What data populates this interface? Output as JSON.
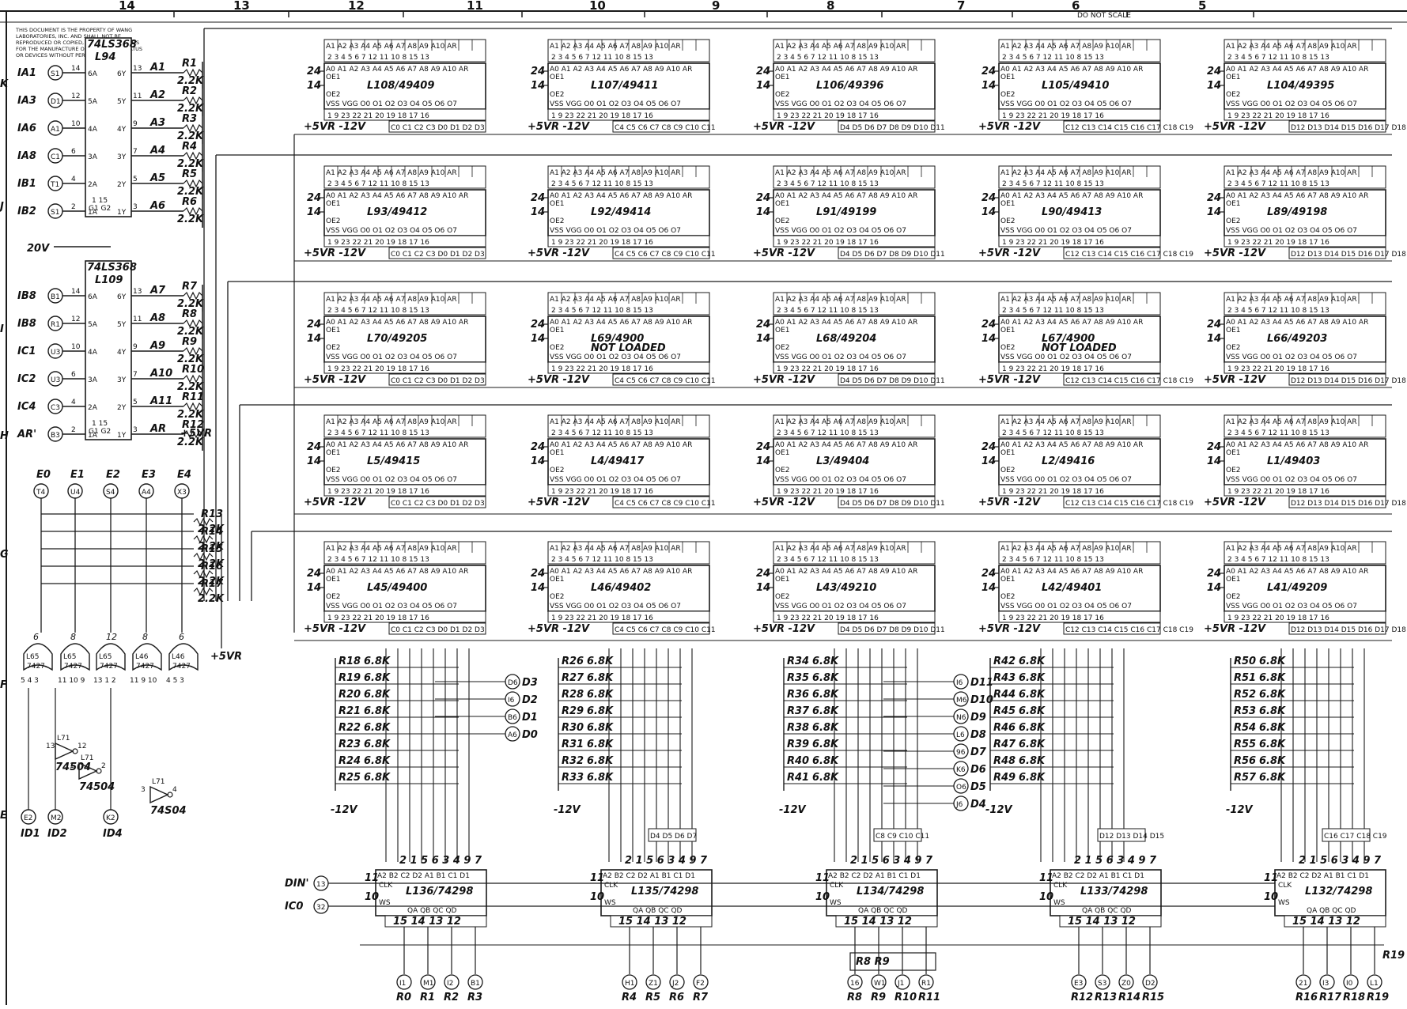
{
  "notice": "THIS DOCUMENT IS THE PROPERTY OF WANG LABORATORIES, INC. AND SHALL NOT BE REPRODUCED OR COPIED, OR USED AS A BASIS FOR THE MANUFACTURE OR SALE OF APPARATUS OR DEVICES WITHOUT PERMISSION.",
  "do_not_scale": "DO NOT SCALE",
  "zone_columns": [
    "14",
    "13",
    "12",
    "11",
    "10",
    "9",
    "8",
    "7",
    "6",
    "5"
  ],
  "zone_rows": [
    "K",
    "J",
    "I",
    "H",
    "G",
    "F",
    "E"
  ],
  "rom_header_pins": "A1 A2 A3 A4 A5 A6 A7 A8 A9 A10 AR",
  "rom_pin_numbers": "2 3 4 5 6 7 12 11 10 8 15 13",
  "rom_inner_top": "A0 A1 A2 A3 A4 A5 A6 A7 A8 A9 A10 AR",
  "rom_bottom_pins": "1 9 23 22 21 20 19 18 17 16",
  "rom_oe1": "OE1",
  "rom_oe2": "OE2",
  "rom_vss_vgg": "VSS VGG O0 O1 O2 O3 O4 O5 O6 O7",
  "rom_power": "+5VR  -12V",
  "pin24": "24",
  "pin14": "14",
  "rom_rows": [
    {
      "chips": [
        {
          "name": "L108/49409",
          "outs": "C0 C1 C2 C3 D0 D1 D2 D3"
        },
        {
          "name": "L107/49411",
          "outs": "C4 C5 C6 C7 C8 C9 C10 C11"
        },
        {
          "name": "L106/49396",
          "outs": "D4 D5 D6 D7 D8 D9 D10 D11"
        },
        {
          "name": "L105/49410",
          "outs": "C12 C13 C14 C15 C16 C17 C18 C19"
        },
        {
          "name": "L104/49395",
          "outs": "D12 D13 D14 D15 D16 D17 D18 D19"
        }
      ]
    },
    {
      "chips": [
        {
          "name": "L93/49412",
          "outs": "C0 C1 C2 C3 D0 D1 D2 D3"
        },
        {
          "name": "L92/49414",
          "outs": "C4 C5 C6 C7 C8 C9 C10 C11"
        },
        {
          "name": "L91/49199",
          "outs": "D4 D5 D6 D7 D8 D9 D10 D11"
        },
        {
          "name": "L90/49413",
          "outs": "C12 C13 C14 C15 C16 C17 C18 C19"
        },
        {
          "name": "L89/49198",
          "outs": "D12 D13 D14 D15 D16 D17 D18 D19"
        }
      ]
    },
    {
      "chips": [
        {
          "name": "L70/49205",
          "outs": "C0 C1 C2 C3 D0 D1 D2 D3"
        },
        {
          "name": "L69/4900 NOT LOADED",
          "outs": "C4 C5 C6 C7 C8 C9 C10 C11"
        },
        {
          "name": "L68/49204",
          "outs": "D4 D5 D6 D7 D8 D9 D10 D11"
        },
        {
          "name": "L67/4900 NOT LOADED",
          "outs": "C12 C13 C14 C15 C16 C17 C18 C19"
        },
        {
          "name": "L66/49203",
          "outs": "D12 D13 D14 D15 D16 D17 D18 D19"
        }
      ]
    },
    {
      "chips": [
        {
          "name": "L5/49415",
          "outs": "C0 C1 C2 C3 D0 D1 D2 D3"
        },
        {
          "name": "L4/49417",
          "outs": "C4 C5 C6 C7 C8 C9 C10 C11"
        },
        {
          "name": "L3/49404",
          "outs": "D4 D5 D6 D7 D8 D9 D10 D11"
        },
        {
          "name": "L2/49416",
          "outs": "C12 C13 C14 C15 C16 C17 C18 C19"
        },
        {
          "name": "L1/49403",
          "outs": "D12 D13 D14 D15 D16 D17 D18 D19"
        }
      ]
    },
    {
      "chips": [
        {
          "name": "L45/49400",
          "outs": "C0 C1 C2 C3 D0 D1 D2 D3"
        },
        {
          "name": "L46/49402",
          "outs": "C4 C5 C6 C7 C8 C9 C10 C11"
        },
        {
          "name": "L43/49210",
          "outs": "D4 D5 D6 D7 D8 D9 D10 D11"
        },
        {
          "name": "L42/49401",
          "outs": "C12 C13 C14 C15 C16 C17 C18 C19"
        },
        {
          "name": "L41/49209",
          "outs": "D12 D13 D14 D15 D16 D17 D18 D19"
        }
      ]
    }
  ],
  "buffers": [
    {
      "type": "74LS368",
      "ref": "L94",
      "g": "G1 G2",
      "power": "1 15"
    },
    {
      "type": "74LS368",
      "ref": "L109",
      "g": "G1 G2",
      "power": "1 15"
    }
  ],
  "buffer_pins_in": [
    "14 6A",
    "12 5A",
    "10 4A",
    "6 3A",
    "4 2A",
    "2 1A"
  ],
  "buffer_pins_out": [
    "6Y 13",
    "5Y 11",
    "4Y 9",
    "3Y 7",
    "2Y 5",
    "1Y 3"
  ],
  "inputs_top": [
    {
      "sig": "IA1",
      "pin": "S1"
    },
    {
      "sig": "IA3",
      "pin": "D1"
    },
    {
      "sig": "IA6",
      "pin": "A1"
    },
    {
      "sig": "IA8",
      "pin": "C1"
    },
    {
      "sig": "IB1",
      "pin": "T1"
    },
    {
      "sig": "IB2",
      "pin": "S1"
    }
  ],
  "inputs_bottom": [
    {
      "sig": "IB8",
      "pin": "B1"
    },
    {
      "sig": "IB8",
      "pin": "R1"
    },
    {
      "sig": "IC1",
      "pin": "U3"
    },
    {
      "sig": "IC2",
      "pin": "U3"
    },
    {
      "sig": "IC4",
      "pin": "C3"
    },
    {
      "sig": "AR'",
      "pin": "B3"
    }
  ],
  "addr_top": [
    "A1",
    "A2",
    "A3",
    "A4",
    "A5",
    "A6"
  ],
  "addr_bottom": [
    "A7",
    "A8",
    "A9",
    "A10",
    "A11",
    "AR"
  ],
  "resistors_top": [
    "R1",
    "R2",
    "R3",
    "R4",
    "R5",
    "R6"
  ],
  "resistors_bottom": [
    "R7",
    "R8",
    "R9",
    "R10",
    "R11",
    "R12"
  ],
  "res_value": "2.2K",
  "plus5vr": "+5VR",
  "twenty_v": "20V",
  "enables": [
    {
      "sig": "E0",
      "pin": "T4"
    },
    {
      "sig": "E1",
      "pin": "U4"
    },
    {
      "sig": "E2",
      "pin": "S4"
    },
    {
      "sig": "E3",
      "pin": "A4"
    },
    {
      "sig": "E4",
      "pin": "X3"
    }
  ],
  "enable_res": [
    "R13",
    "R14",
    "R15",
    "R16",
    "R17"
  ],
  "nand_gates": [
    {
      "ref": "L65",
      "type": "7427",
      "out": "6",
      "ins": "5 4 3"
    },
    {
      "ref": "L65",
      "type": "7427",
      "out": "8",
      "ins": "11 10 9"
    },
    {
      "ref": "L65",
      "type": "7427",
      "out": "12",
      "ins": "13 1 2"
    },
    {
      "ref": "L46",
      "type": "7427",
      "out": "8",
      "ins": "11 9 10"
    },
    {
      "ref": "L46",
      "type": "7427",
      "out": "6",
      "ins": "4 5 3"
    }
  ],
  "inverters": [
    {
      "ref": "L71",
      "type": "74504",
      "pins": "13 12"
    },
    {
      "ref": "L71",
      "type": "74504",
      "pins": "1 2"
    },
    {
      "ref": "L71",
      "type": "74S04",
      "pins": "3 4"
    }
  ],
  "id_inputs": [
    {
      "sig": "ID1",
      "pin": "E2"
    },
    {
      "sig": "ID2",
      "pin": "M2"
    },
    {
      "sig": "ID4",
      "pin": "K2"
    }
  ],
  "pulldown_groups": [
    {
      "res": [
        "R18",
        "R19",
        "R20",
        "R21",
        "R22",
        "R23",
        "R24",
        "R25"
      ],
      "outs": [
        {
          "pin": "D6",
          "sig": "D3"
        },
        {
          "pin": "I6",
          "sig": "D2"
        },
        {
          "pin": "B6",
          "sig": "D1"
        },
        {
          "pin": "A6",
          "sig": "D0"
        }
      ]
    },
    {
      "res": [
        "R26",
        "R27",
        "R28",
        "R29",
        "R30",
        "R31",
        "R32",
        "R33"
      ],
      "outs": []
    },
    {
      "res": [
        "R34",
        "R35",
        "R36",
        "R37",
        "R38",
        "R39",
        "R40",
        "R41"
      ],
      "outs": [
        {
          "pin": "I6",
          "sig": "D11"
        },
        {
          "pin": "M6",
          "sig": "D10"
        },
        {
          "pin": "N6",
          "sig": "D9"
        },
        {
          "pin": "L6",
          "sig": "D8"
        },
        {
          "pin": "96",
          "sig": "D7"
        },
        {
          "pin": "K6",
          "sig": "D6"
        },
        {
          "pin": "O6",
          "sig": "D5"
        },
        {
          "pin": "J6",
          "sig": "D4"
        }
      ]
    },
    {
      "res": [
        "R42",
        "R43",
        "R44",
        "R45",
        "R46",
        "R47",
        "R48",
        "R49"
      ],
      "outs": []
    },
    {
      "res": [
        "R50",
        "R51",
        "R52",
        "R53",
        "R54",
        "R55",
        "R56",
        "R57"
      ],
      "outs": []
    }
  ],
  "res_68k": "6.8K",
  "minus12v": "-12V",
  "mux_chips": [
    {
      "name": "L136/74298",
      "outs": [
        {
          "pin": "I1",
          "sig": "R0"
        },
        {
          "pin": "M1",
          "sig": "R1"
        },
        {
          "pin": "I2",
          "sig": "R2"
        },
        {
          "pin": "B1",
          "sig": "R3"
        }
      ],
      "cins": ""
    },
    {
      "name": "L135/74298",
      "outs": [
        {
          "pin": "H1",
          "sig": "R4"
        },
        {
          "pin": "Z1",
          "sig": "R5"
        },
        {
          "pin": "J2",
          "sig": "R6"
        },
        {
          "pin": "F2",
          "sig": "R7"
        }
      ],
      "cins": "D4 D5 D6 D7"
    },
    {
      "name": "L134/74298",
      "outs": [
        {
          "pin": "16",
          "sig": "R8"
        },
        {
          "pin": "W1",
          "sig": "R9"
        },
        {
          "pin": "J1",
          "sig": "R10"
        },
        {
          "pin": "R1",
          "sig": "R11"
        }
      ],
      "cins": "C8 C9 C10 C11"
    },
    {
      "name": "L133/74298",
      "outs": [
        {
          "pin": "E3",
          "sig": "R12"
        },
        {
          "pin": "S3",
          "sig": "R13"
        },
        {
          "pin": "Z0",
          "sig": "R14"
        },
        {
          "pin": "D2",
          "sig": "R15"
        }
      ],
      "cins": "D12 D13 D14 D15"
    },
    {
      "name": "L132/74298",
      "outs": [
        {
          "pin": "21",
          "sig": "R16"
        },
        {
          "pin": "I3",
          "sig": "R17"
        },
        {
          "pin": "I0",
          "sig": "R18"
        },
        {
          "pin": "L1",
          "sig": "R19"
        }
      ],
      "cins": "C16 C17 C18 C19"
    }
  ],
  "mux_top_pins": "2 1 5 6 3 4 9 7",
  "mux_pin_labels": "A2 B2 C2 D2 A1 B1 C1 D1",
  "mux_clk": "CLK",
  "mux_ws": "WS",
  "mux_q": "QA QB QC QD",
  "mux_qpins": "15 14 13 12",
  "mux_clk_pin": "11",
  "mux_ws_pin": "10",
  "din": {
    "sig": "DIN'",
    "pin": "13"
  },
  "ic0": {
    "sig": "IC0",
    "pin": "32"
  },
  "r8r9_box": "R8  R9",
  "right_edge_label": "R19"
}
